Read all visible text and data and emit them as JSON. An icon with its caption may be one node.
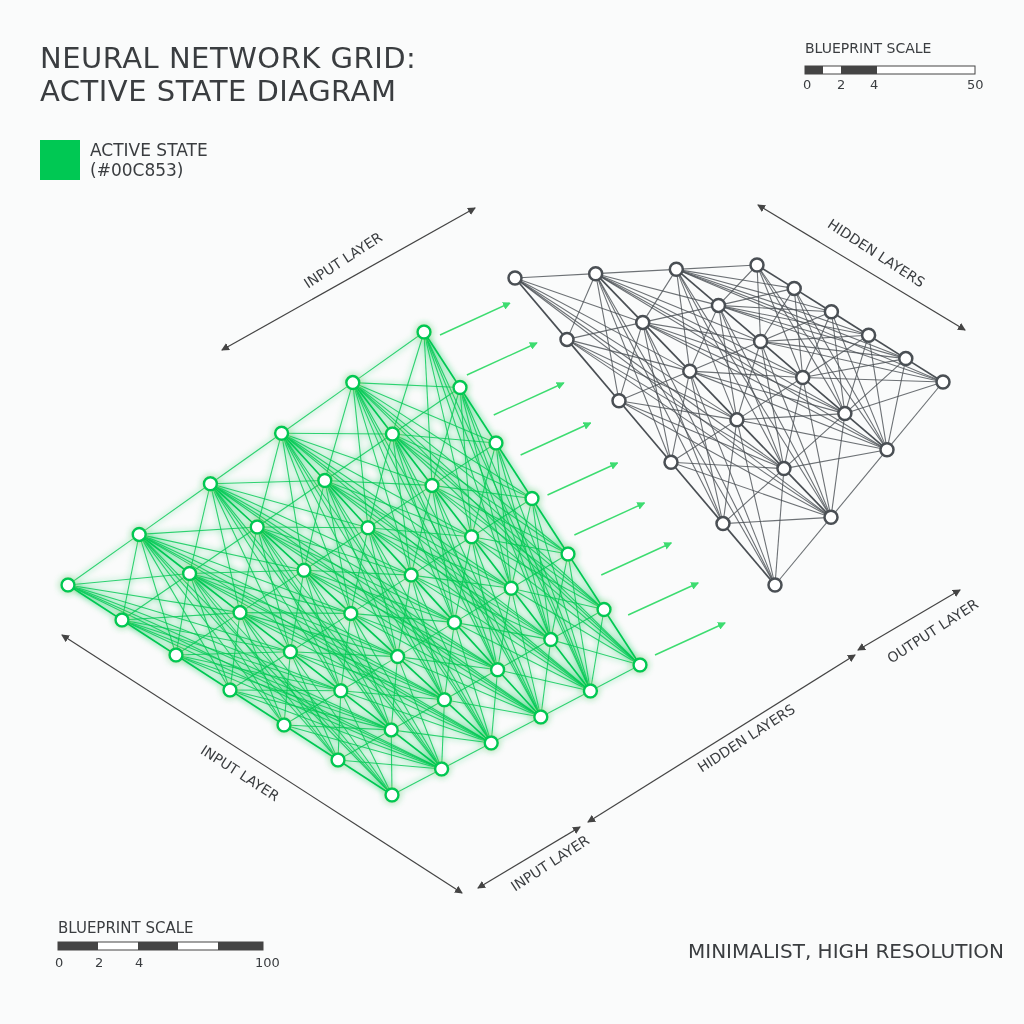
{
  "diagram": {
    "title": "NEURAL NETWORK GRID: ACTIVE STATE DIAGRAM",
    "labels": [
      "BLUEPRINT SCALE",
      "0",
      "2",
      "4",
      "50",
      "INPUT LAYER",
      "HIDDEN LAYERS",
      "OUTPUT LAYER",
      "HIDDEN LAYERS",
      "INPUT LAYER",
      "INPUT LAYER",
      "BLUEPRINT SCALE",
      "0",
      "2",
      "4",
      "100",
      "MINIMALIST, HIGH RESOLUTION"
    ],
    "legend": [
      {
        "text": "ACTIVE STATE (#00C853)",
        "color": "#00c853"
      }
    ]
  }
}
